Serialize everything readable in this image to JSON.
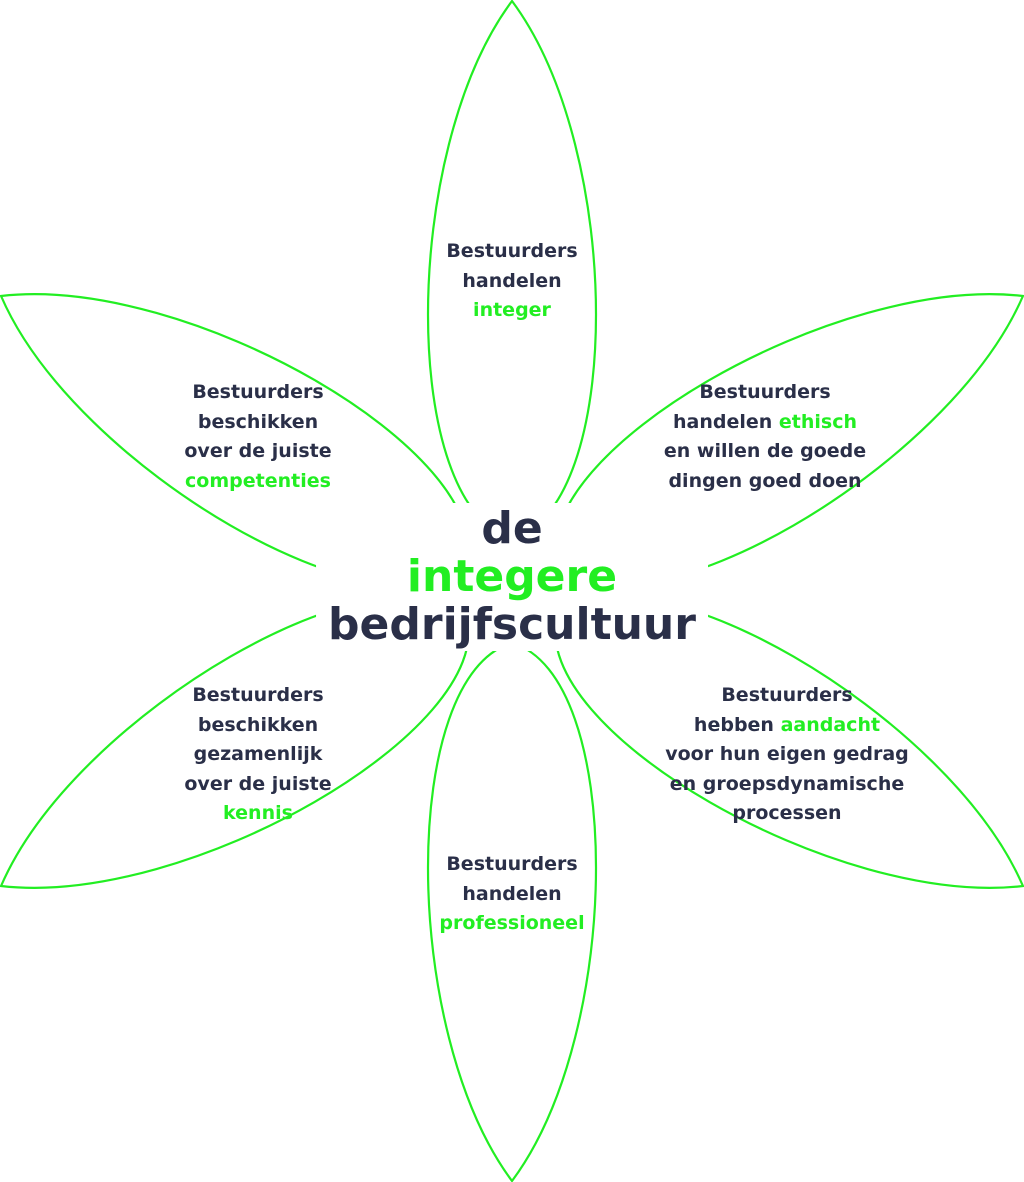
{
  "colors": {
    "accent": "#22ee22",
    "text": "#2a2f48",
    "background": "#ffffff"
  },
  "center": {
    "line1": "de",
    "line2": "integere",
    "line3": "bedrijfscultuur"
  },
  "petals": [
    {
      "id": "top",
      "lines": [
        {
          "text": "Bestuurders"
        },
        {
          "text": "handelen"
        },
        {
          "accent": "integer"
        }
      ]
    },
    {
      "id": "upper-right",
      "lines": [
        {
          "text": "Bestuurders"
        },
        {
          "text": "handelen ",
          "accent": "ethisch"
        },
        {
          "text": "en willen de goede"
        },
        {
          "text": "dingen goed doen"
        }
      ]
    },
    {
      "id": "lower-right",
      "lines": [
        {
          "text": "Bestuurders"
        },
        {
          "text": "hebben ",
          "accent": "aandacht"
        },
        {
          "text": "voor hun eigen gedrag"
        },
        {
          "text": "en groepsdynamische"
        },
        {
          "text": "processen"
        }
      ]
    },
    {
      "id": "bottom",
      "lines": [
        {
          "text": "Bestuurders"
        },
        {
          "text": "handelen"
        },
        {
          "accent": "professioneel"
        }
      ]
    },
    {
      "id": "lower-left",
      "lines": [
        {
          "text": "Bestuurders"
        },
        {
          "text": "beschikken"
        },
        {
          "text": "gezamenlijk"
        },
        {
          "text": "over de juiste"
        },
        {
          "accent": "kennis"
        }
      ]
    },
    {
      "id": "upper-left",
      "lines": [
        {
          "text": "Bestuurders"
        },
        {
          "text": "beschikken"
        },
        {
          "text": "over de juiste"
        },
        {
          "accent": "competenties"
        }
      ]
    }
  ]
}
